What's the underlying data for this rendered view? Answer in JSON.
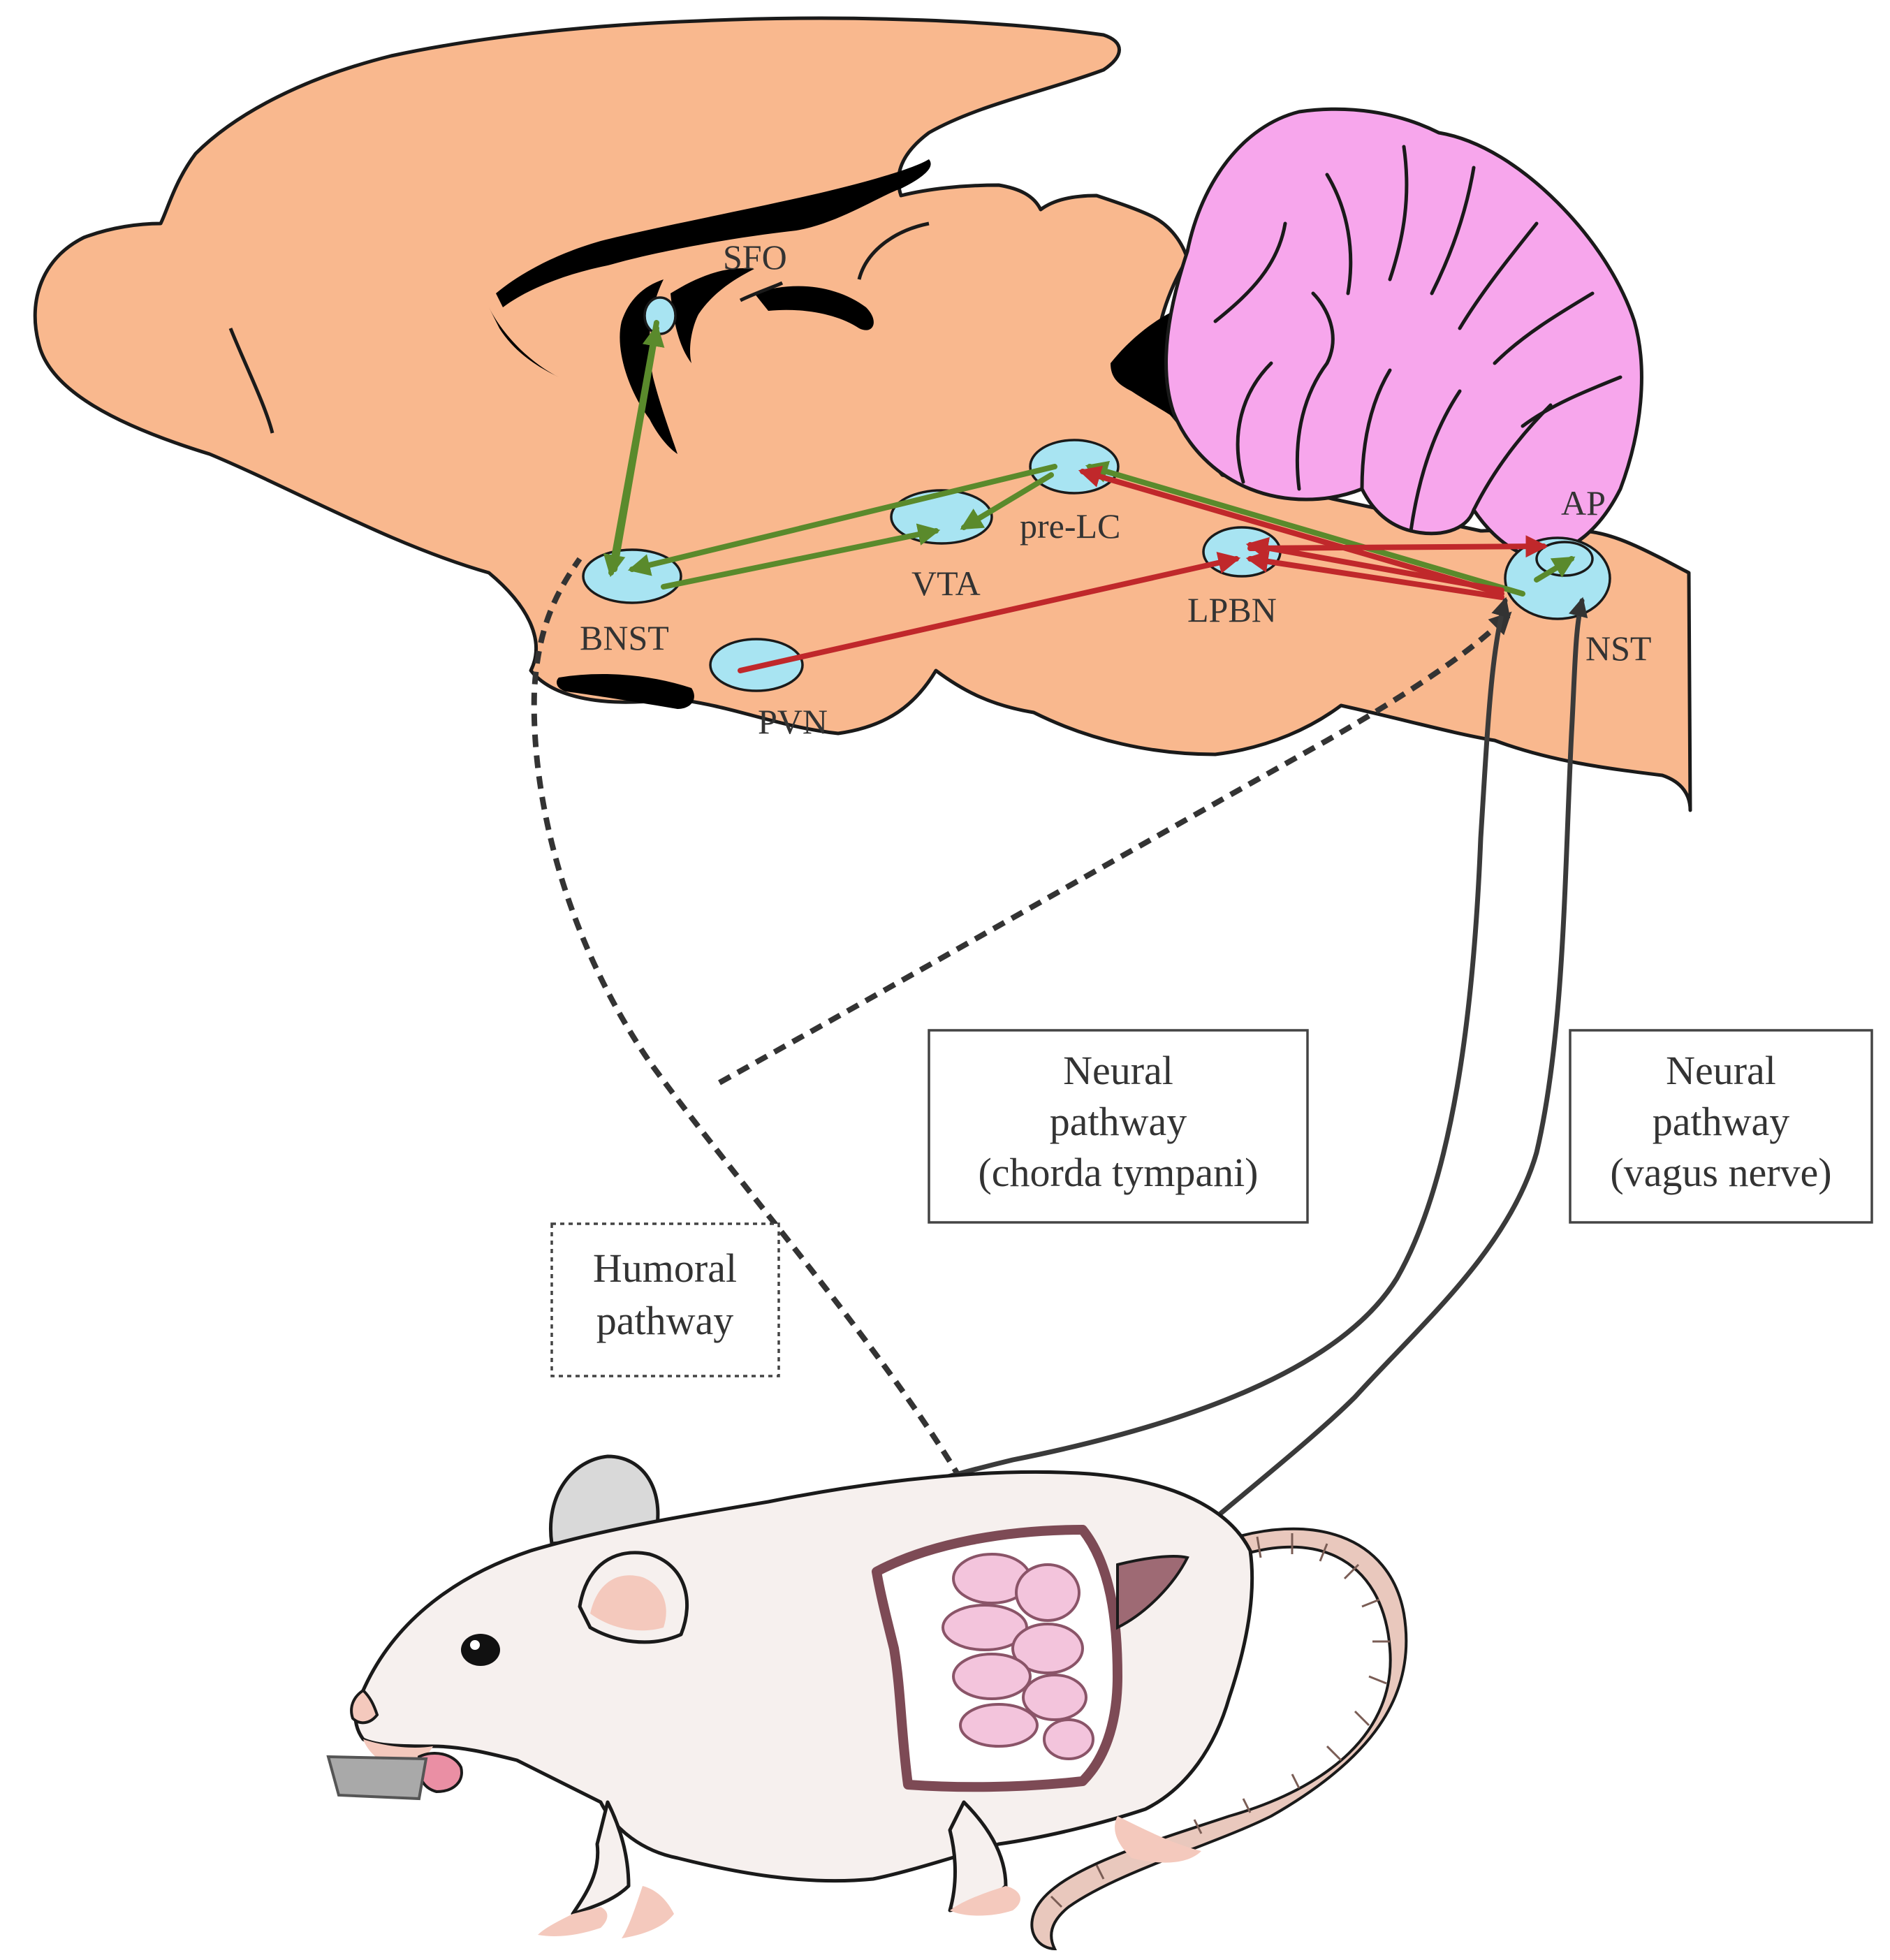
{
  "regions": {
    "sfo": "SFO",
    "bnst": "BNST",
    "vta": "VTA",
    "pre_lc": "pre-LC",
    "lpbn": "LPBN",
    "pvn": "PVN",
    "ap": "AP",
    "nst": "NST"
  },
  "boxes": {
    "chorda": [
      "Neural",
      "pathway",
      "(chorda tympani)"
    ],
    "vagus": [
      "Neural",
      "pathway",
      "(vagus nerve)"
    ],
    "humoral": [
      "Humoral",
      "pathway"
    ]
  },
  "colors": {
    "brain": "#f9b88e",
    "cerebellum": "#f7a6ec",
    "nucleus": "#a8e4f2",
    "green_pathway": "#5a8a2c",
    "red_pathway": "#c0282b"
  }
}
